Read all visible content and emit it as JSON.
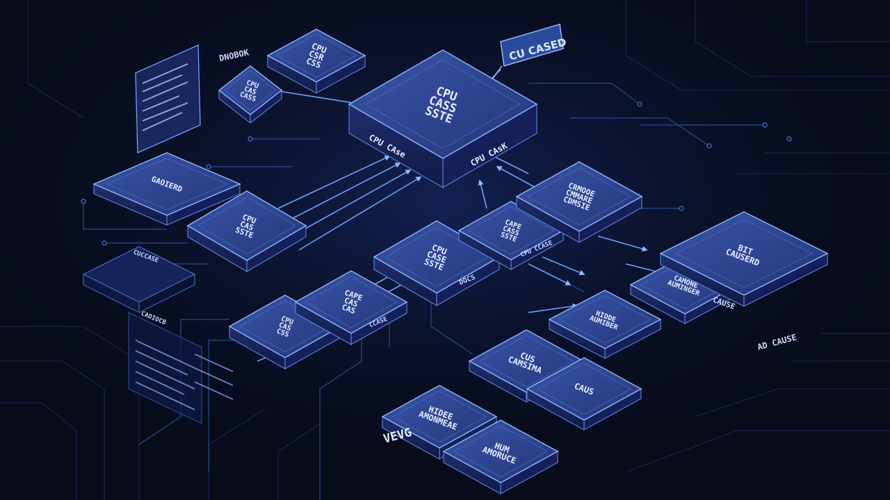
{
  "colors": {
    "background": "#070b1a",
    "module_top": "#2c3f8a",
    "module_side": "#1a2660",
    "module_edge": "#6fa3ff",
    "trace": "#2b4a8f",
    "label": "#e6eeff"
  },
  "callout": {
    "label": "CU CASED"
  },
  "header_text": "DNOBOK",
  "main_chip": {
    "top_lines": [
      "CPU",
      "CASS",
      "SSTE"
    ],
    "side_left": "CPU CAse",
    "side_right": "CPU CAsK"
  },
  "modules": [
    {
      "id": "m1",
      "lines": [
        "CPU",
        "CSR",
        "CSS"
      ]
    },
    {
      "id": "m2",
      "lines": [
        "GAOIERD"
      ]
    },
    {
      "id": "m3",
      "lines": [
        "CPU",
        "CAS",
        "CASS"
      ]
    },
    {
      "id": "m4",
      "lines": [
        "CPU",
        "CAS",
        "SSTE"
      ]
    },
    {
      "id": "m5",
      "lines": [
        "CPU",
        "CAS",
        "CSS"
      ]
    },
    {
      "id": "m6",
      "lines": [
        "CPU",
        "CASE",
        "SSTE"
      ],
      "side": "DOCS"
    },
    {
      "id": "m7",
      "lines": [
        "CAPE",
        "CAS",
        "CAS"
      ],
      "side": "CCASE"
    },
    {
      "id": "m8",
      "lines": [
        "CAPE",
        "CASS",
        "SSTE"
      ],
      "side": "CPU CCASE"
    },
    {
      "id": "m9",
      "lines": [
        "CRMOOE",
        "CMMARE",
        "CDMSIE"
      ]
    },
    {
      "id": "m10",
      "lines": [
        "CAMONE",
        "AUMINGER"
      ]
    },
    {
      "id": "m11",
      "lines": [
        "HIDDE",
        "AUMIBER"
      ]
    },
    {
      "id": "m12",
      "lines": [
        "BIT",
        "CAUSERD"
      ]
    },
    {
      "id": "m13",
      "lines": [
        "CUS",
        "CAMSIMA"
      ]
    },
    {
      "id": "m14",
      "lines": [
        "CAUS"
      ]
    },
    {
      "id": "m15",
      "lines": [
        "HIDEE",
        "AMONMEAE"
      ]
    },
    {
      "id": "m16",
      "lines": [
        "HUM",
        "AMORUCE"
      ]
    }
  ],
  "side_labels": {
    "left_panel": "CUCCASE",
    "left_list_title": "CADIOCB",
    "bottom_left": "VEVG",
    "bottom_right": "AD CAUSE",
    "panel_right": "CAUSE"
  }
}
